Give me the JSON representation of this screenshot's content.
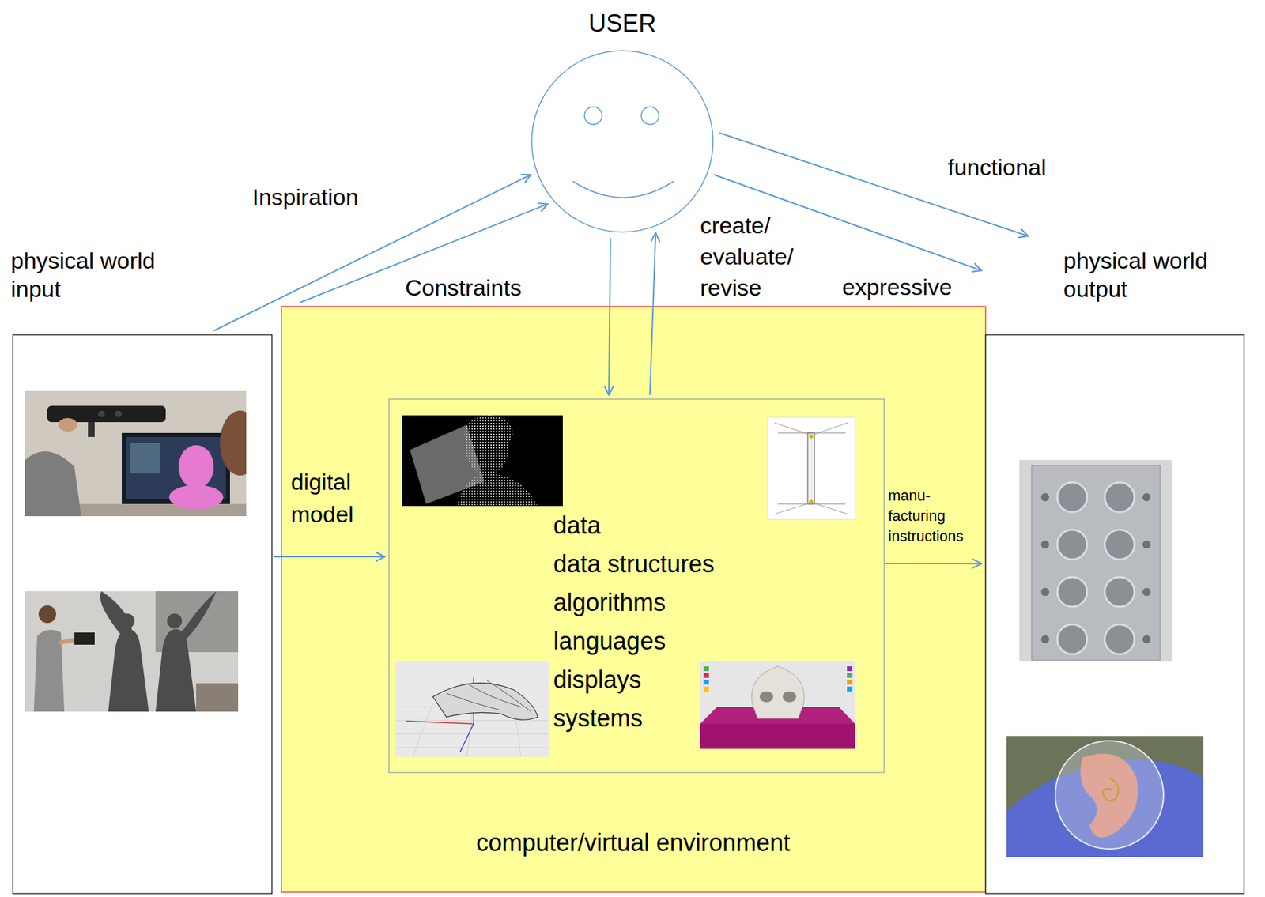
{
  "diagram": {
    "nodes": [
      {
        "text": [
          "USER"
        ]
      },
      {
        "text": [
          "physical world input"
        ]
      },
      {
        "text": [
          "computer/virtual environment"
        ]
      },
      {
        "text": [
          "data",
          "data structures",
          "algorithms",
          "languages",
          "displays",
          "systems"
        ],
        "in": 2
      },
      {
        "text": [
          "physical world output"
        ]
      }
    ],
    "edges": [
      {
        "from": 1,
        "to": 0,
        "label": "Inspiration",
        "arrow": "to"
      },
      {
        "from": 2,
        "to": 0,
        "label": "Constraints",
        "arrow": "to"
      },
      {
        "from": 0,
        "to": 3,
        "arrow": "to"
      },
      {
        "from": 3,
        "to": 0,
        "label": "create/ evaluate/ revise",
        "arrow": "to"
      },
      {
        "from": 0,
        "to": 4,
        "label": "functional",
        "arrow": "to"
      },
      {
        "from": 0,
        "to": 4,
        "label": "expressive",
        "arrow": "to"
      },
      {
        "from": 1,
        "to": 3,
        "label": "digital model",
        "arrow": "to"
      },
      {
        "from": 3,
        "to": 4,
        "label": "manu- facturing instructions",
        "arrow": "to"
      }
    ]
  }
}
